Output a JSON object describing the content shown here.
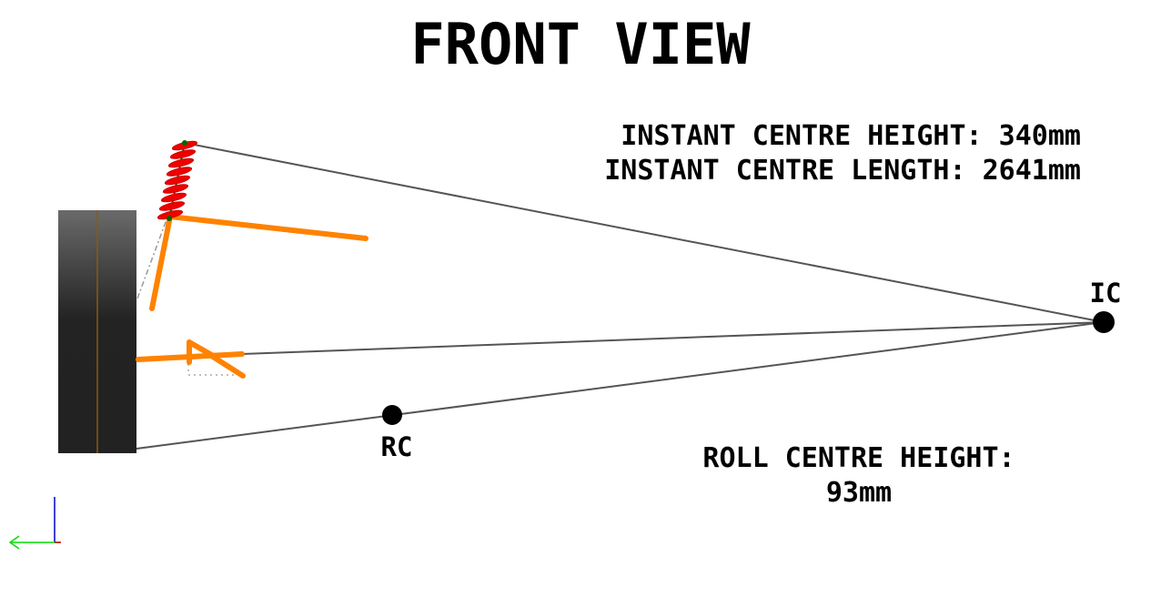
{
  "title": "FRONT VIEW",
  "instant_centre": {
    "height_text": "INSTANT CENTRE HEIGHT: 340mm",
    "length_text": "INSTANT CENTRE LENGTH: 2641mm",
    "point_label": "IC"
  },
  "roll_centre": {
    "height_label": "ROLL CENTRE HEIGHT:",
    "height_value": "93mm",
    "point_label": "RC"
  },
  "colors": {
    "arm": "#ff8200",
    "spring": "#e00000",
    "line": "#555555",
    "tyre_dark": "#222222",
    "tyre_light": "#666666",
    "axis_vertical": "#0000cc",
    "axis_horizontal": "#00dd00"
  }
}
